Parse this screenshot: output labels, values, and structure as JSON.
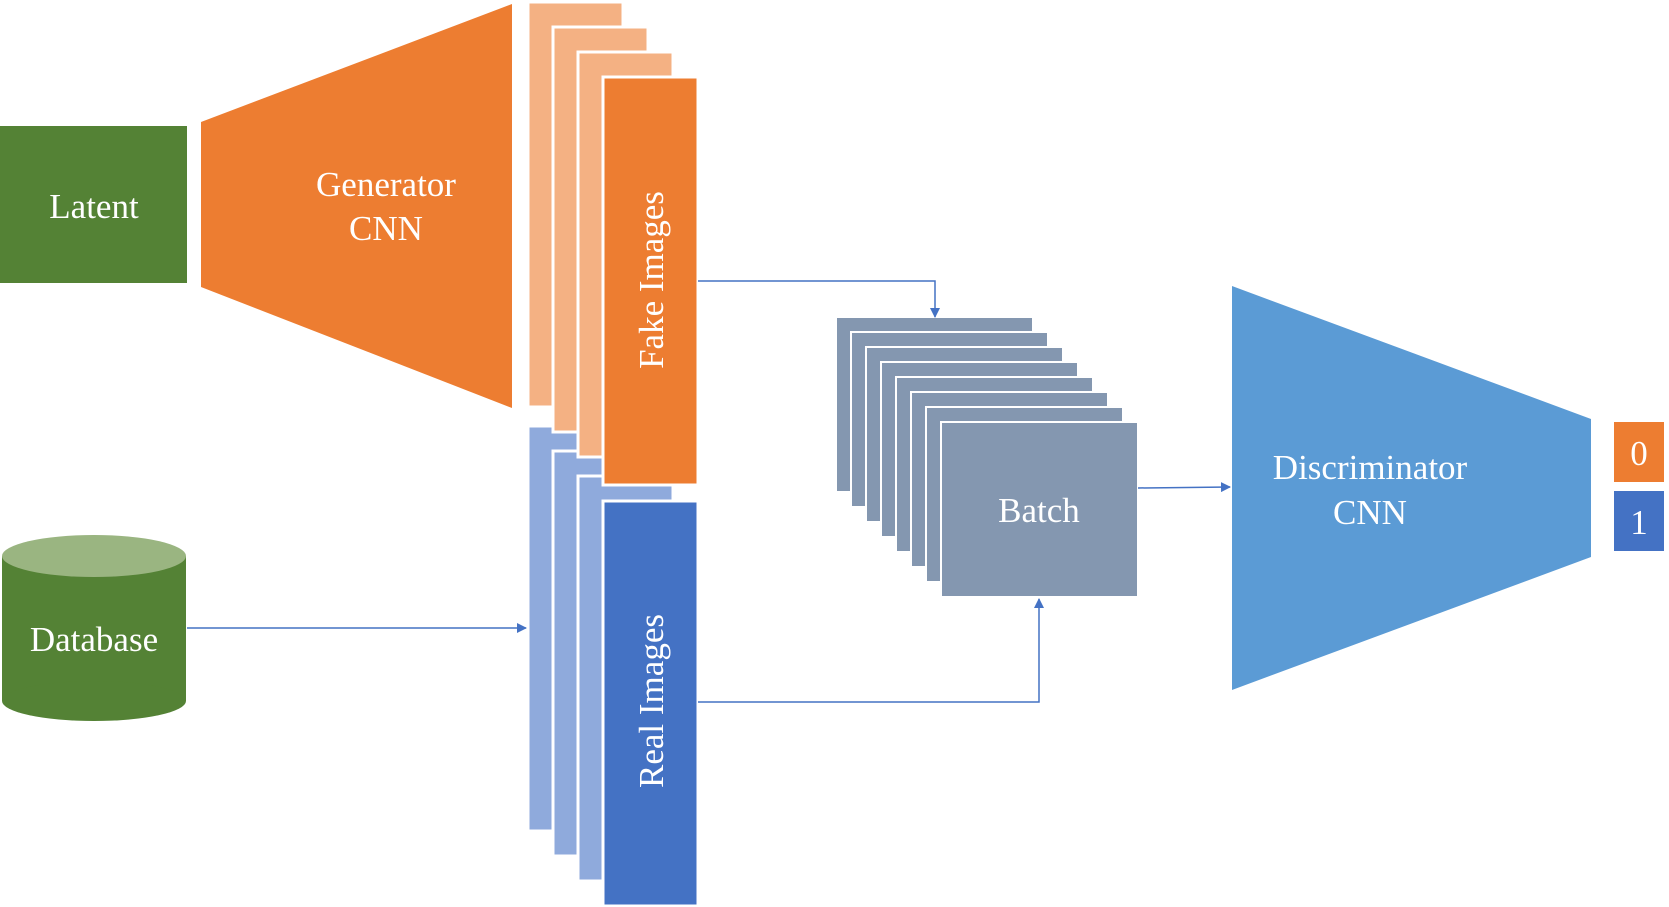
{
  "labels": {
    "latent": "Latent",
    "generator_line1": "Generator",
    "generator_line2": "CNN",
    "fake_images": "Fake Images",
    "real_images": "Real Images",
    "database": "Database",
    "batch": "Batch",
    "discriminator_line1": "Discriminator",
    "discriminator_line2": "CNN",
    "output_fake": "0",
    "output_real": "1"
  },
  "colors": {
    "latent_green": "#548235",
    "database_top": "#9ab581",
    "generator_orange": "#ed7d31",
    "fake_stack_light": "#f4b183",
    "real_stack_light": "#8faadc",
    "real_blue": "#4472c4",
    "batch_gray": "#8497b0",
    "discriminator_blue": "#5b9bd5",
    "arrow_blue": "#4472c4"
  }
}
